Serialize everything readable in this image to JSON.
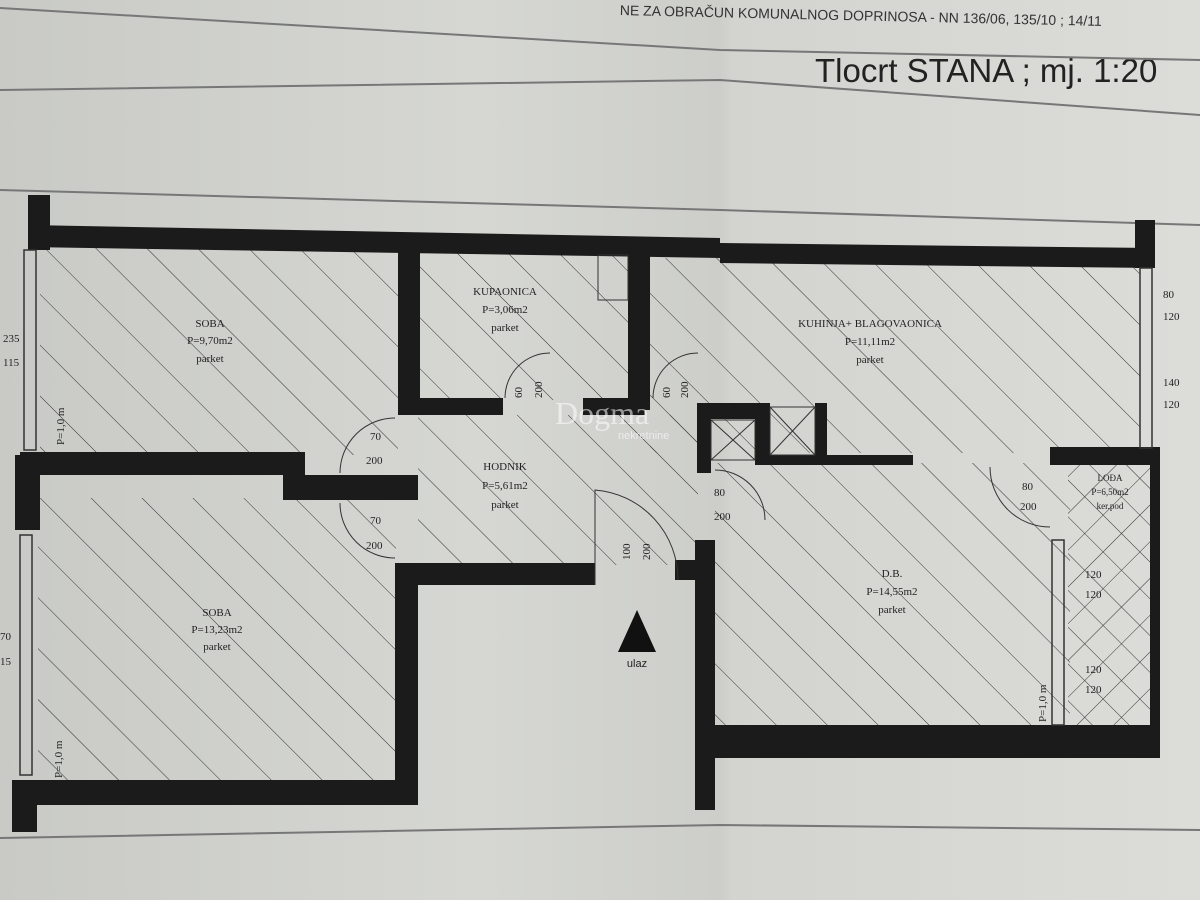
{
  "header_text": "NE ZA OBRAČUN KOMUNALNOG DOPRINOSA - NN 136/06, 135/10 ; 14/11",
  "title": "Tlocrt STANA ; mj. 1:20",
  "watermark": {
    "brand": "Dogma",
    "sub": "nekretnine"
  },
  "rooms": [
    {
      "name": "SOBA",
      "area": "P=9,70m2",
      "floor": "parket"
    },
    {
      "name": "KUPAONICA",
      "area": "P=3,06m2",
      "floor": "parket"
    },
    {
      "name": "KUHINJA+ BLAGOVAONICA",
      "area": "P=11,11m2",
      "floor": "parket"
    },
    {
      "name": "HODNIK",
      "area": "P=5,61m2",
      "floor": "parket"
    },
    {
      "name": "SOBA",
      "area": "P=13,23m2",
      "floor": "parket"
    },
    {
      "name": "D.B.",
      "area": "P=14,55m2",
      "floor": "parket"
    },
    {
      "name": "LOĐA",
      "area": "P=6,50m2",
      "floor": "ker.pod"
    }
  ],
  "entrance_label": "ulaz",
  "dimensions": {
    "win_soba1": [
      "235",
      "115"
    ],
    "win_soba2": [
      "70",
      "15"
    ],
    "win_kitchen1": [
      "80",
      "120"
    ],
    "win_kitchen2": [
      "140",
      "120"
    ],
    "door_soba1": [
      "70",
      "200"
    ],
    "door_soba2": [
      "70",
      "200"
    ],
    "door_bath1": [
      "60",
      "200"
    ],
    "door_bath2": [
      "60",
      "200"
    ],
    "door_kitchen": [
      "80",
      "200"
    ],
    "door_loggia": [
      "80",
      "200"
    ],
    "door_entry": [
      "100",
      "200"
    ],
    "loggia1": [
      "120",
      "120"
    ],
    "loggia2": [
      "120",
      "120"
    ],
    "parapet": "P=1,0 m"
  }
}
